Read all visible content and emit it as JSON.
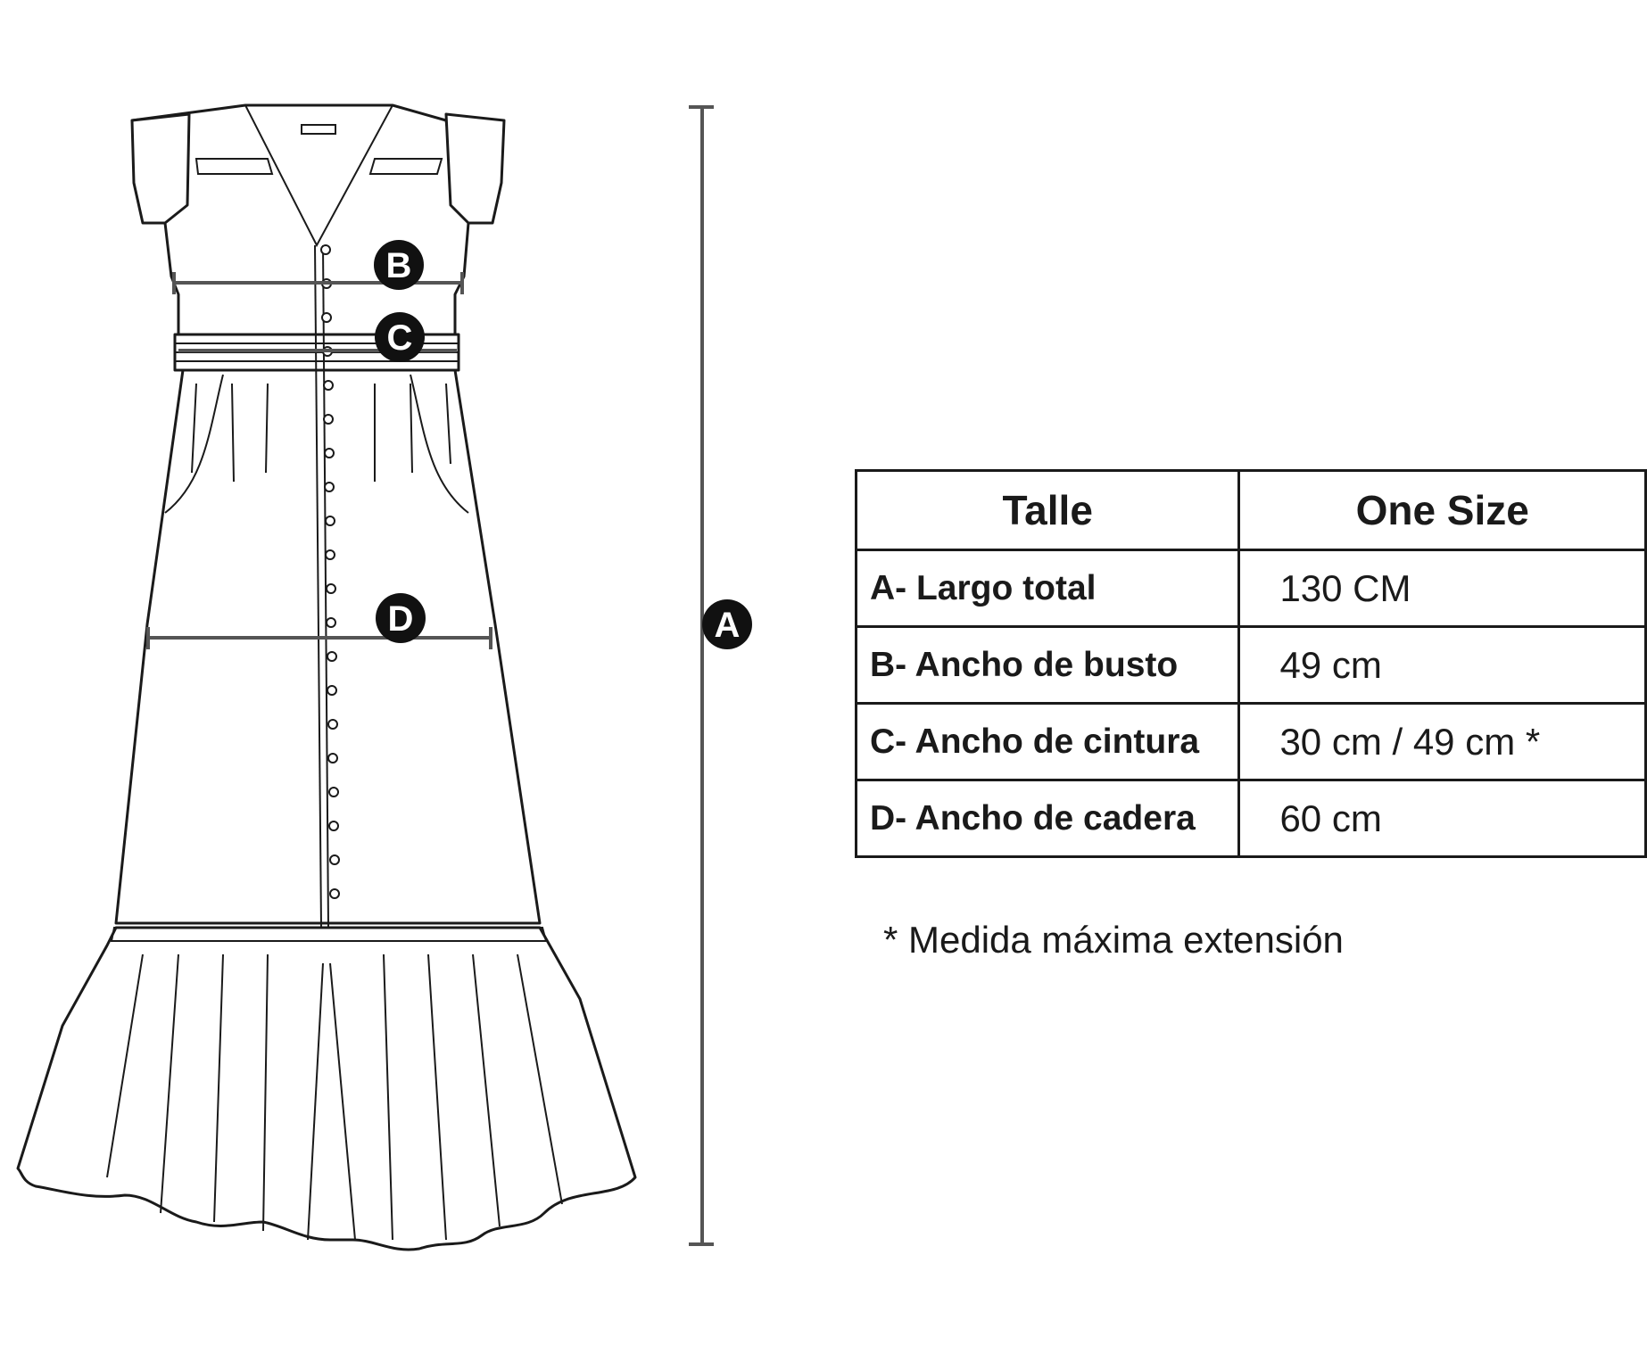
{
  "markers": {
    "a": "A",
    "b": "B",
    "c": "C",
    "d": "D"
  },
  "size_table": {
    "header": {
      "label": "Talle",
      "value": "One Size"
    },
    "rows": [
      {
        "label": "A- Largo total",
        "value": "130 CM"
      },
      {
        "label": "B- Ancho de busto",
        "value": "49 cm"
      },
      {
        "label": "C- Ancho de cintura",
        "value": "30 cm / 49 cm *"
      },
      {
        "label": "D- Ancho de cadera",
        "value": "60 cm"
      }
    ]
  },
  "footnote": "* Medida máxima extensión",
  "colors": {
    "line": "#1a1a1a",
    "measure_line": "#555555",
    "marker_fill": "#111111"
  }
}
